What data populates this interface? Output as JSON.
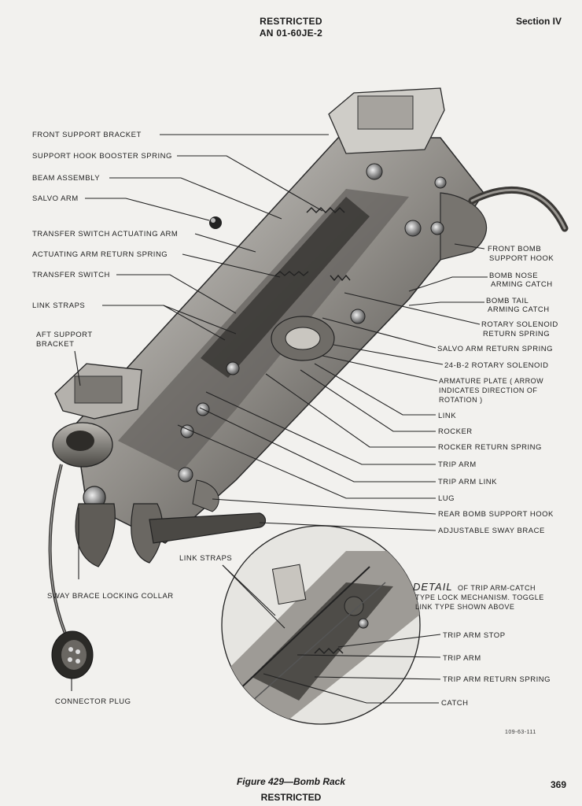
{
  "header": {
    "classification": "RESTRICTED",
    "doc_number": "AN 01-60JE-2",
    "section": "Section IV"
  },
  "figure": {
    "caption": "Figure 429—Bomb Rack",
    "ref_code": "109-63-111",
    "detail_word": "DETAIL",
    "detail_text": [
      "OF TRIP ARM-CATCH",
      "TYPE LOCK MECHANISM. TOGGLE",
      "LINK TYPE SHOWN ABOVE"
    ]
  },
  "labels_left": {
    "front_support_bracket": "FRONT SUPPORT BRACKET",
    "support_hook_booster_spring": "SUPPORT HOOK BOOSTER SPRING",
    "beam_assembly": "BEAM ASSEMBLY",
    "salvo_arm": "SALVO ARM",
    "transfer_switch_actuating_arm": "TRANSFER SWITCH ACTUATING ARM",
    "actuating_arm_return_spring": "ACTUATING ARM RETURN SPRING",
    "transfer_switch": "TRANSFER SWITCH",
    "link_straps": "LINK STRAPS",
    "aft_support_bracket": [
      "AFT SUPPORT",
      "BRACKET"
    ],
    "sway_brace_locking_collar": "SWAY BRACE LOCKING COLLAR",
    "connector_plug": "CONNECTOR PLUG"
  },
  "labels_right": {
    "front_bomb_support_hook": [
      "FRONT BOMB",
      "SUPPORT HOOK"
    ],
    "bomb_nose_arming_catch": [
      "BOMB NOSE",
      "ARMING CATCH"
    ],
    "bomb_tail_arming_catch": [
      "BOMB TAIL",
      "ARMING CATCH"
    ],
    "rotary_solenoid_return_spring": [
      "ROTARY SOLENOID",
      "RETURN SPRING"
    ],
    "salvo_arm_return_spring": "SALVO ARM RETURN SPRING",
    "rotary_solenoid": "24-B-2 ROTARY SOLENOID",
    "armature_plate": [
      "ARMATURE PLATE ( ARROW",
      "INDICATES DIRECTION OF",
      "ROTATION )"
    ],
    "link": "LINK",
    "rocker": "ROCKER",
    "rocker_return_spring": "ROCKER RETURN SPRING",
    "trip_arm": "TRIP ARM",
    "trip_arm_link": "TRIP ARM LINK",
    "lug": "LUG",
    "rear_bomb_support_hook": "REAR BOMB SUPPORT HOOK",
    "adjustable_sway_brace": "ADJUSTABLE SWAY BRACE"
  },
  "labels_detail": {
    "link_straps": "LINK STRAPS",
    "trip_arm_stop": "TRIP ARM STOP",
    "trip_arm": "TRIP ARM",
    "trip_arm_return_spring": "TRIP ARM RETURN SPRING",
    "catch": "CATCH"
  },
  "footer": {
    "classification": "RESTRICTED",
    "page_number": "369"
  }
}
